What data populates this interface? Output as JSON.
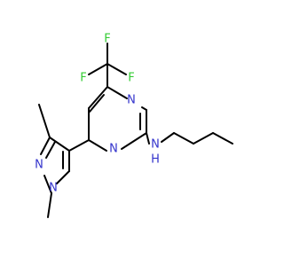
{
  "colors": {
    "carbon_bond": "#000000",
    "nitrogen": "#3333cc",
    "fluorine": "#33cc33",
    "background": "#ffffff"
  },
  "atoms": {
    "F_top": "F",
    "F_left": "F",
    "F_right": "F",
    "N_ring_upper": "N",
    "N_ring_lower": "N",
    "N_amine": "N",
    "H_amine": "H",
    "N_pyrazole_2": "N",
    "N_pyrazole_1": "N"
  }
}
